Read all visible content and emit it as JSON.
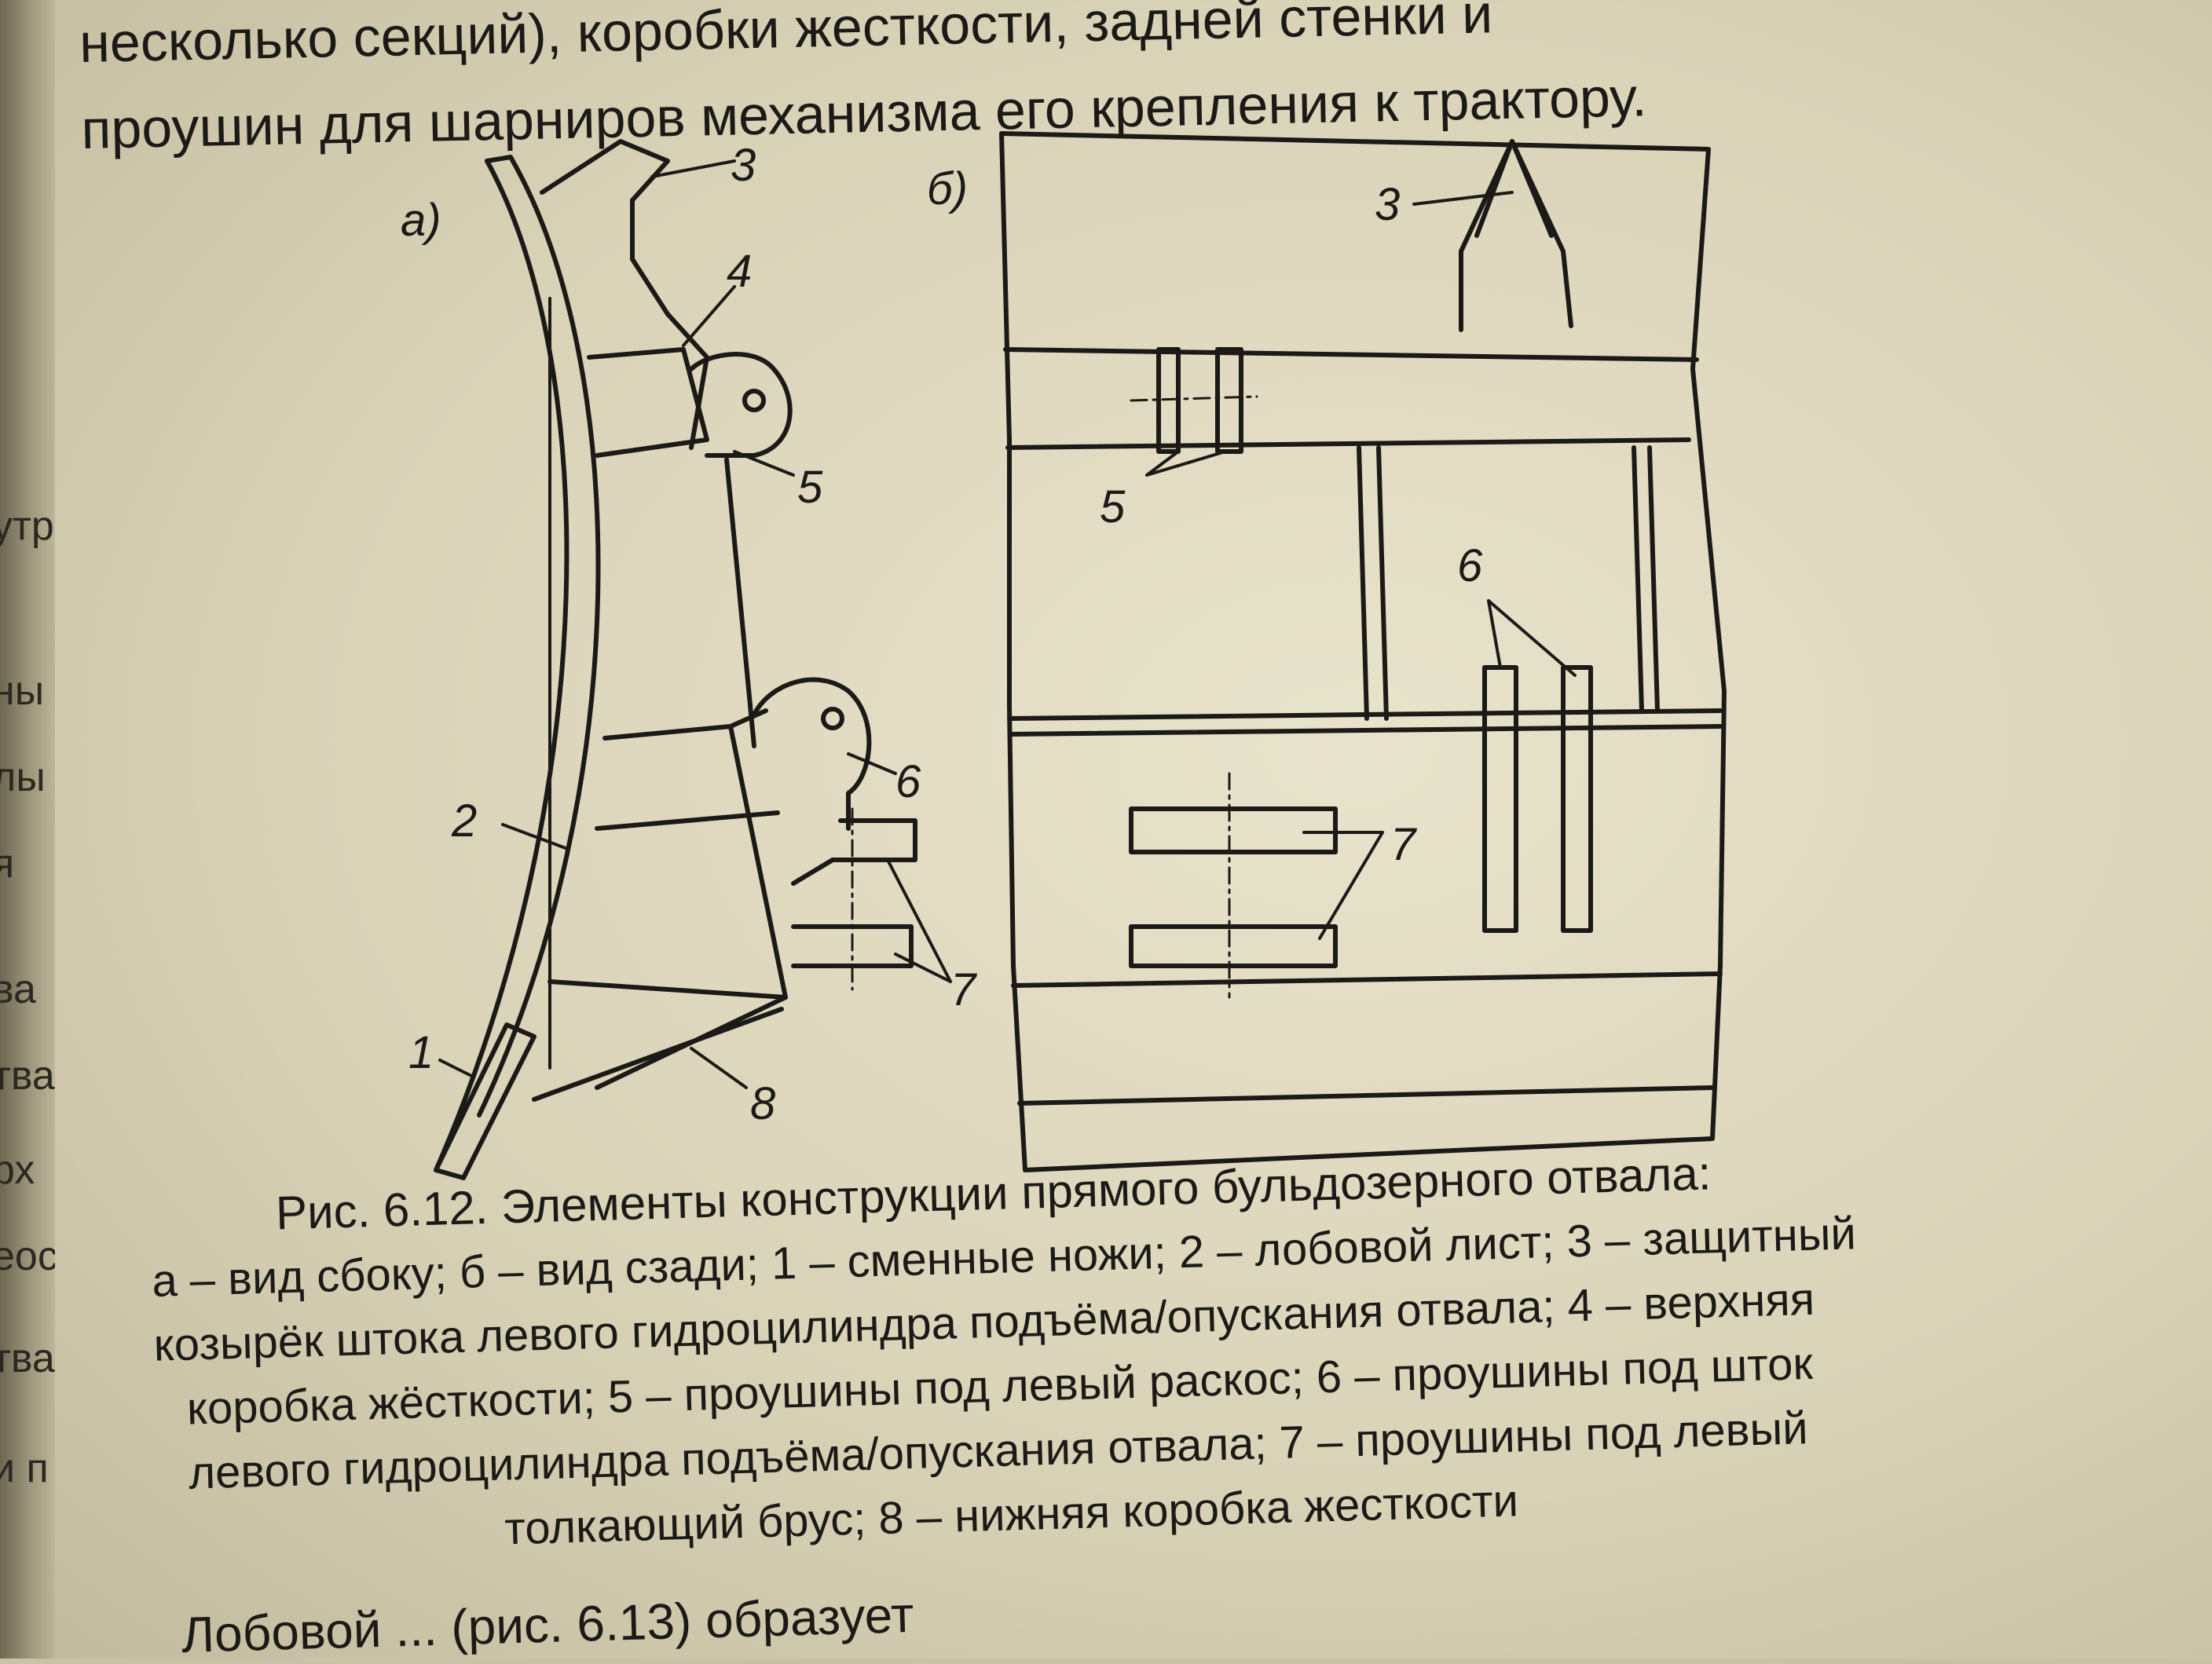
{
  "prev_page_fragments": [
    "утра",
    "ны",
    "лы",
    "я",
    "ва",
    "тва",
    "рх",
    "еос",
    "тва",
    "и п"
  ],
  "top_text": {
    "line1": "несколько секций), коробки жесткости, задней стенки и",
    "line2": "проушин для шарниров механизма его крепления к трактору."
  },
  "figure": {
    "label_a": "а)",
    "label_b": "б)",
    "numbers_a": [
      "3",
      "4",
      "5",
      "6",
      "2",
      "7",
      "1",
      "8"
    ],
    "numbers_b": [
      "3",
      "5",
      "6",
      "7"
    ]
  },
  "caption": {
    "title": "Рис. 6.12. Элементы конструкции прямого бульдозерного отвала:",
    "line1": "а – вид сбоку; б – вид сзади; 1 – сменные ножи; 2 – лобовой лист; 3 – защитный",
    "line2": "козырёк штока левого гидроцилиндра подъёма/опускания отвала; 4 – верхняя",
    "line3": "коробка жёсткости; 5 – проушины под левый раскос; 6 – проушины под шток",
    "line4": "левого гидроцилиндра подъёма/опускания отвала; 7 – проушины под левый",
    "line5": "толкающий брус; 8 – нижняя коробка жесткости"
  },
  "bottom_text": "Лобовой ... (рис. 6.13) образует"
}
